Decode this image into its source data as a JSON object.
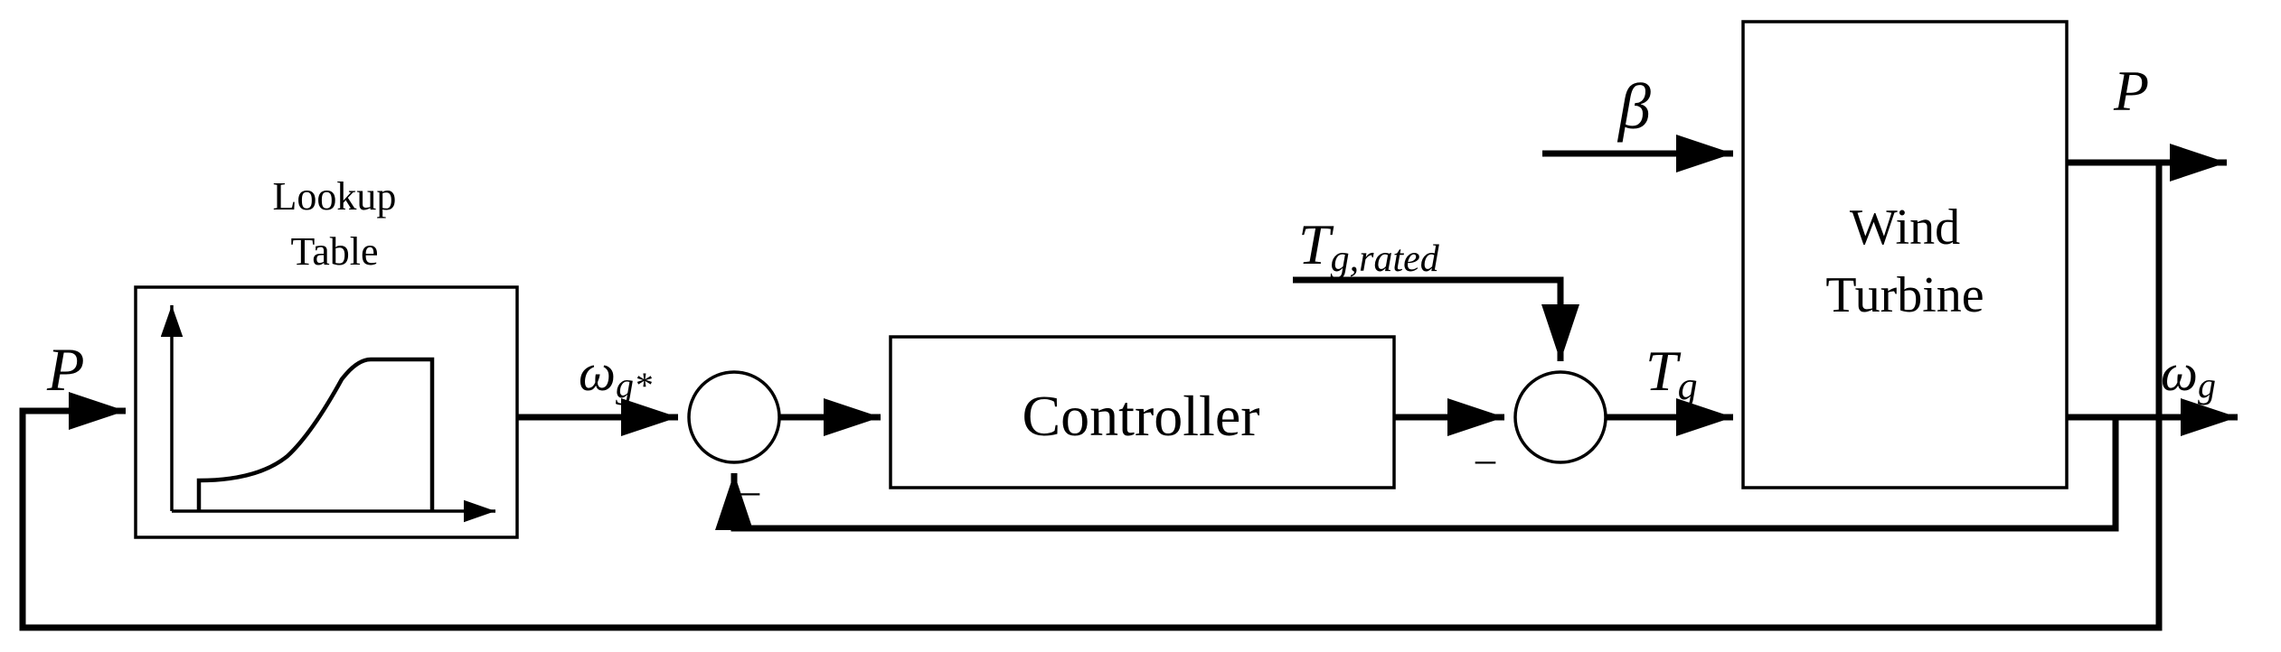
{
  "lookup_table": {
    "title_line1": "Lookup",
    "title_line2": "Table"
  },
  "controller": {
    "label": "Controller"
  },
  "wind_turbine": {
    "label_line1": "Wind",
    "label_line2": "Turbine"
  },
  "signals": {
    "p_in": "P",
    "omega_ref_main": "ω",
    "omega_ref_sub": "g*",
    "tg_rated_main": "T",
    "tg_rated_sub": "g,rated",
    "tg_main": "T",
    "tg_sub": "g",
    "beta": "β",
    "p_out": "P",
    "omega_out_main": "ω",
    "omega_out_sub": "g"
  },
  "sum_signs": {
    "speed_error_minus": "_",
    "torque_sum_minus": "_"
  }
}
